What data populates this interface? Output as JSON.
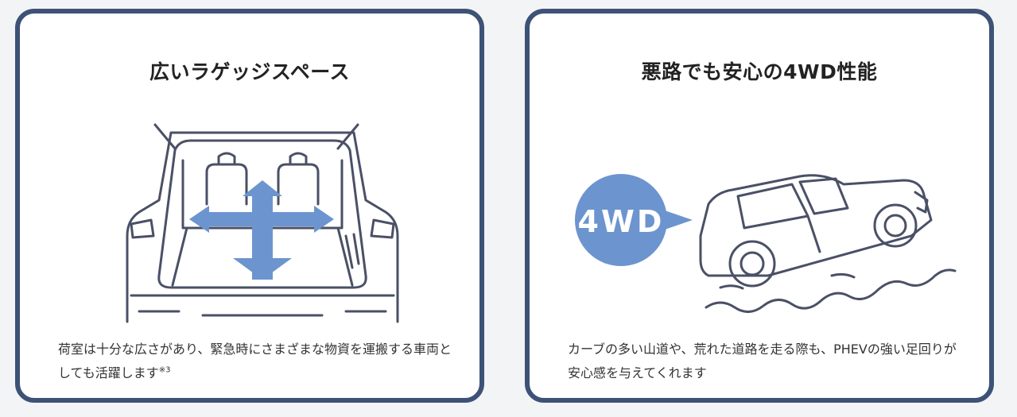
{
  "cards": [
    {
      "title": "広いラゲッジスペース",
      "description": "荷室は十分な広さがあり、緊急時にさまざまな物資を運搬する車両としても活躍します",
      "footnote": "※3"
    },
    {
      "title": "悪路でも安心の4WD性能",
      "badge": "4WD",
      "description": "カーブの多い山道や、荒れた道路を走る際も、PHEVの強い足回りが安心感を与えてくれます"
    }
  ],
  "colors": {
    "border": "#3d5276",
    "accent": "#6c94cf",
    "line_art": "#4a5066"
  }
}
